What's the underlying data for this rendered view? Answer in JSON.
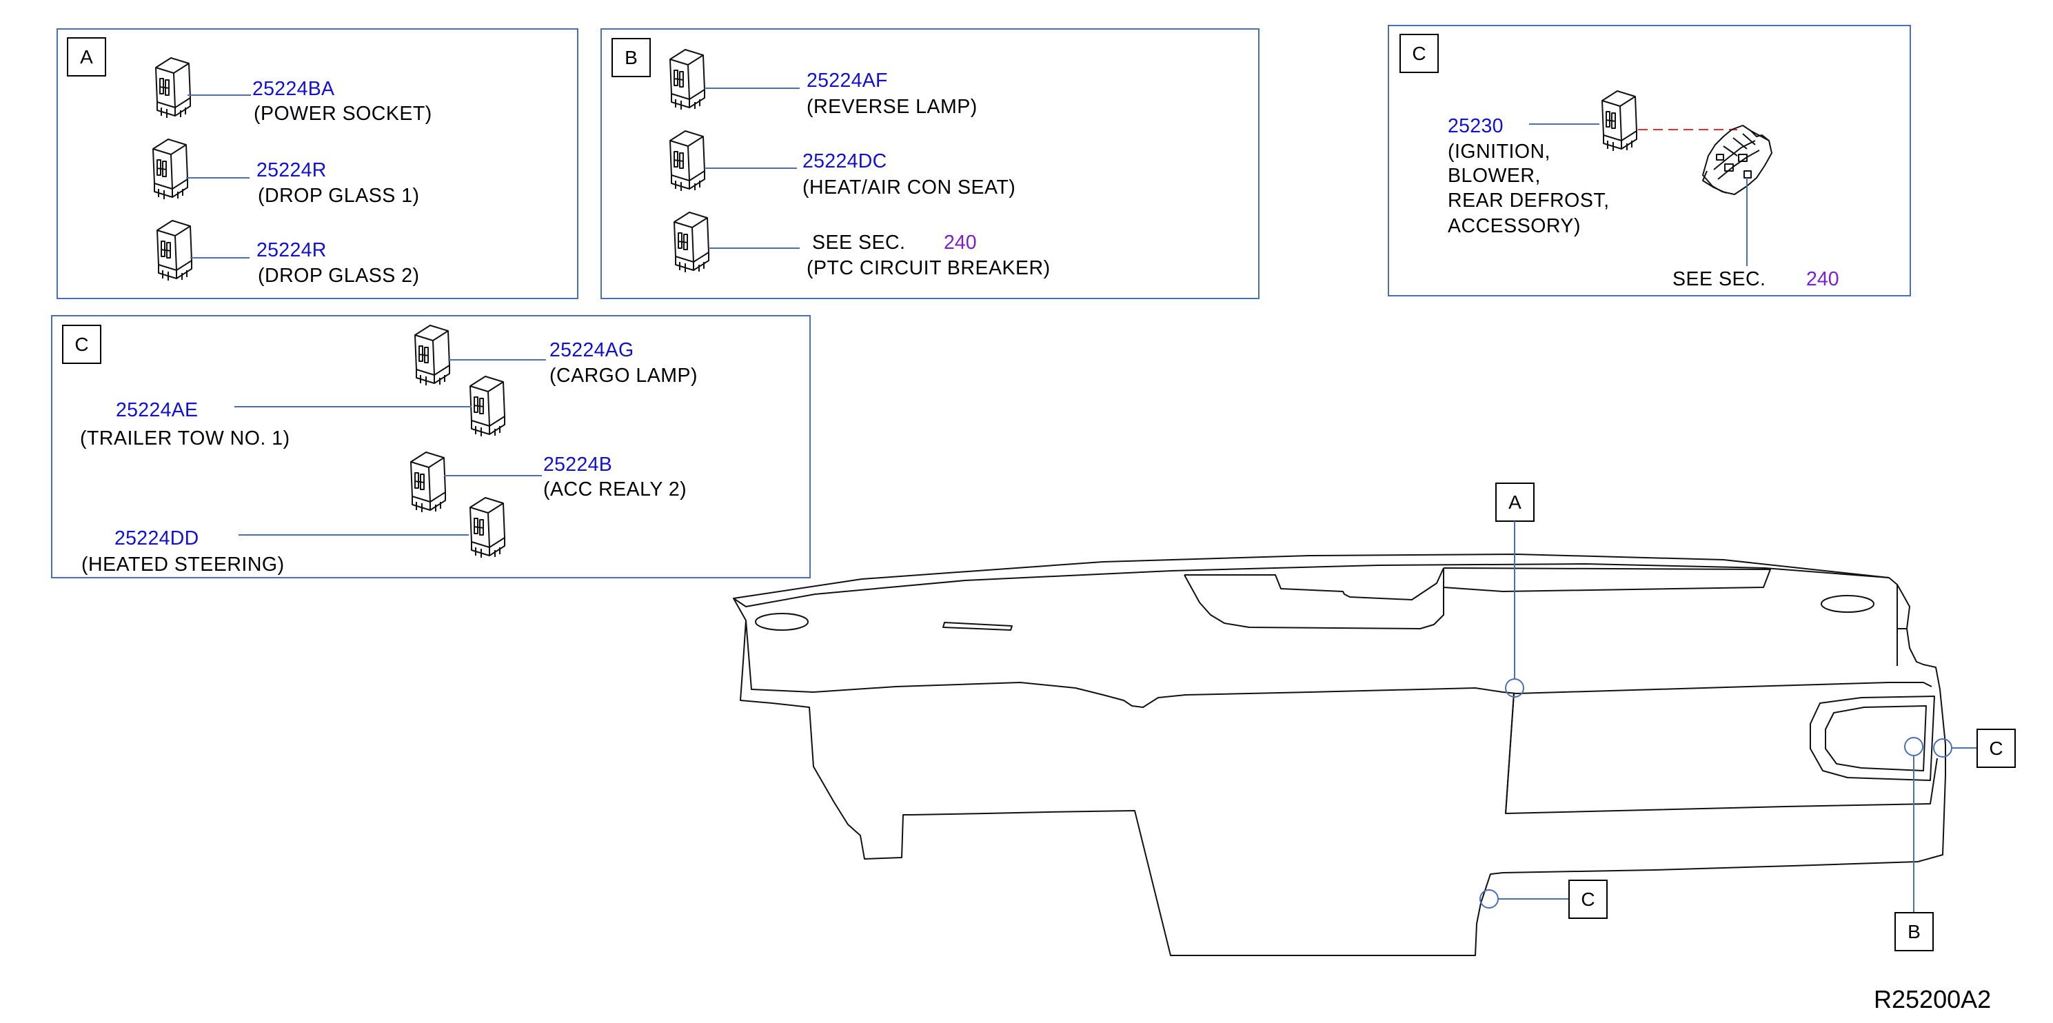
{
  "panels": {
    "a": {
      "key": "A",
      "items": [
        {
          "part": "25224BA",
          "desc": "(POWER   SOCKET)"
        },
        {
          "part": "25224R",
          "desc": "(DROP   GLASS   1)"
        },
        {
          "part": "25224R",
          "desc": "(DROP   GLASS   2)"
        }
      ]
    },
    "b": {
      "key": "B",
      "items": [
        {
          "part": "25224AF",
          "desc": "(REVERSE   LAMP)"
        },
        {
          "part": "25224DC",
          "desc": "(HEAT/AIR   CON   SEAT)"
        },
        {
          "see": "SEE   SEC.",
          "sec": "240",
          "desc": "(PTC   CIRCUIT   BREAKER)"
        }
      ]
    },
    "c_top": {
      "key": "C",
      "part": "25230",
      "desc_lines": [
        "(IGNITION,",
        "BLOWER,",
        "REAR   DEFROST,",
        "ACCESSORY)"
      ],
      "see": "SEE   SEC.",
      "sec": "240"
    },
    "c_mid": {
      "key": "C",
      "items": [
        {
          "part": "25224AG",
          "desc": "(CARGO   LAMP)"
        },
        {
          "part": "25224AE",
          "desc": "(TRAILER   TOW   NO.   1)"
        },
        {
          "part": "25224B",
          "desc": "(ACC   REALY   2)"
        },
        {
          "part": "25224DD",
          "desc": "(HEATED   STEERING)"
        }
      ]
    }
  },
  "callouts": {
    "a": "A",
    "b": "B",
    "c_right": "C",
    "c_bottom": "C"
  },
  "diagram_code": "R25200A2",
  "colors": {
    "part_number": "#1010d8",
    "section_ref": "#7a1fd6",
    "leader": "#4a6fb8",
    "frame": "#4a6fb8",
    "hidden_line": "#e03030"
  }
}
